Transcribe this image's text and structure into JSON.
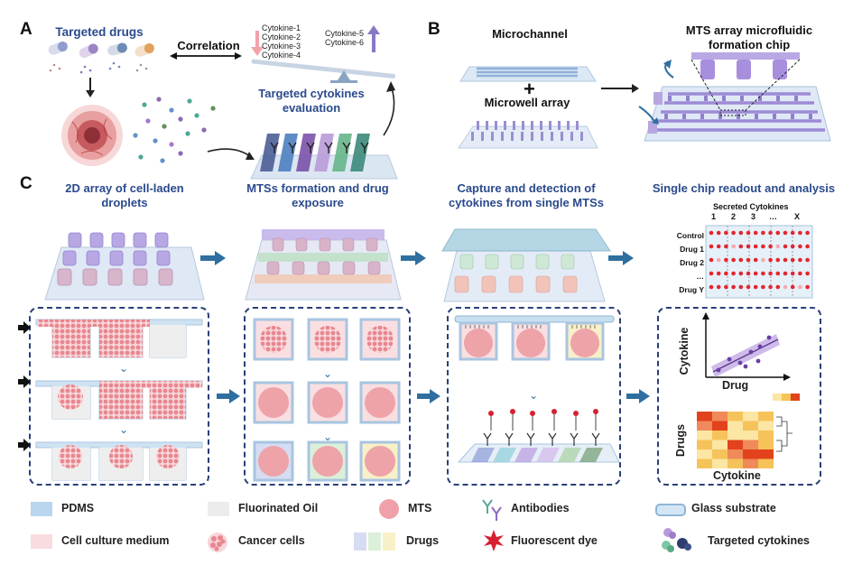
{
  "panels": {
    "a": "A",
    "b": "B",
    "c": "C"
  },
  "panel_a": {
    "targeted_drugs": "Targeted drugs",
    "correlation": "Correlation",
    "cytokines_down": [
      "Cytokine-1",
      "Cytokine-2",
      "Cytokine-3",
      "Cytokine-4"
    ],
    "cytokines_up": [
      "Cytokine-5",
      "Cytokine-6"
    ],
    "evaluation": "Targeted cytokines evaluation"
  },
  "panel_b": {
    "microchannel": "Microchannel",
    "plus": "+",
    "microwell": "Microwell array",
    "chip_title": "MTS array microfluidic formation chip"
  },
  "panel_c": {
    "step1": "2D array of cell-laden droplets",
    "step2": "MTSs formation and drug exposure",
    "step3": "Capture and detection of cytokines from single MTSs",
    "step4": "Single chip readout and analysis",
    "readout": {
      "header": "Secreted Cytokines",
      "cols": [
        "1",
        "2",
        "3",
        "…",
        "X"
      ],
      "rows": [
        "Control",
        "Drug 1",
        "Drug 2",
        "…",
        "Drug Y"
      ]
    },
    "scatter": {
      "ylabel": "Cytokine",
      "xlabel": "Drug"
    },
    "heatmap": {
      "ylabel": "Drugs",
      "xlabel": "Cytokine"
    }
  },
  "legend": {
    "pdms": "PDMS",
    "oil": "Fluorinated Oil",
    "mts": "MTS",
    "antibodies": "Antibodies",
    "glass": "Glass substrate",
    "medium": "Cell culture medium",
    "cancer": "Cancer cells",
    "drugs": "Drugs",
    "dye": "Fluorescent dye",
    "cytokines": "Targeted cytokines"
  },
  "colors": {
    "title_blue": "#2a4a8c",
    "arrow_blue": "#2f6fa0",
    "pdms": "#b9d6ee",
    "medium": "#f9dcdf",
    "mts": "#f0a0a8",
    "purple": "#8a6cc0"
  }
}
